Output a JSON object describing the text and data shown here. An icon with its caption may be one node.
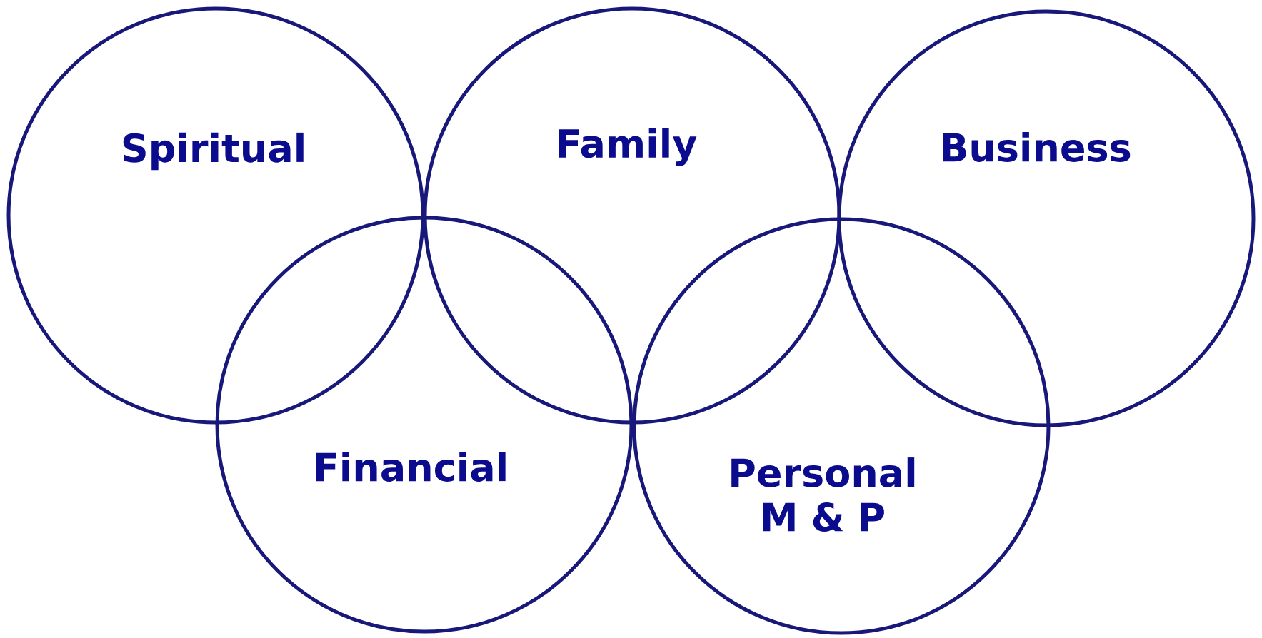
{
  "diagram": {
    "nodes": [
      {
        "text": [
          "Spiritual"
        ]
      },
      {
        "text": [
          "Family"
        ]
      },
      {
        "text": [
          "Business"
        ]
      },
      {
        "text": [
          "Financial"
        ]
      },
      {
        "text": [
          "Personal M & P"
        ]
      }
    ]
  }
}
